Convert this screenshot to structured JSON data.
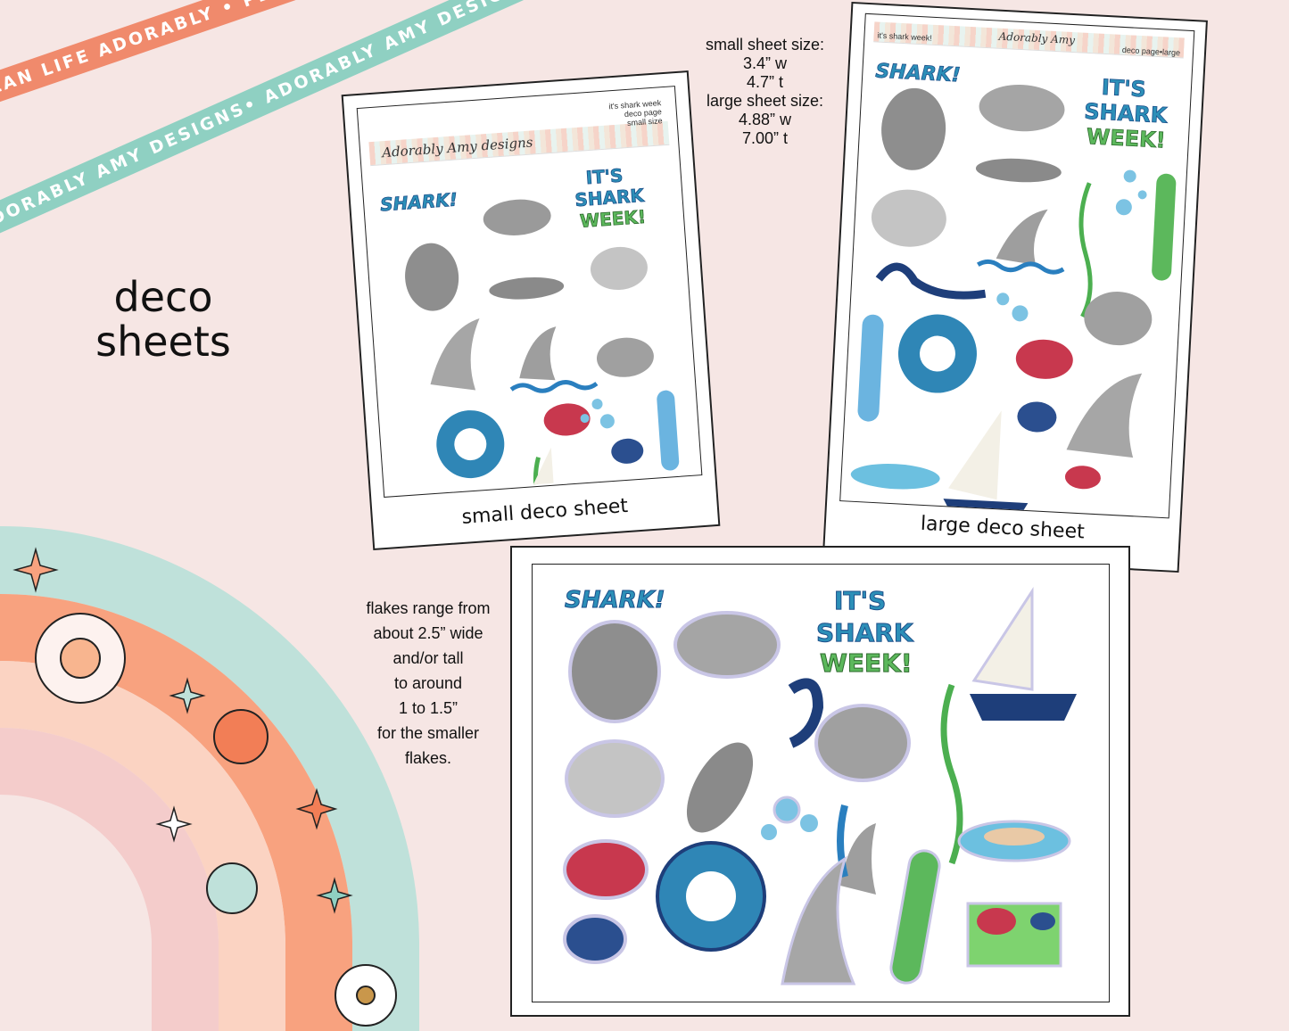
{
  "ribbons": {
    "orange_text": "PLAN LIFE ADORABLY • PLAN LIFE ADORABLY • PLAN LIFE ADORABLY •",
    "teal_text": "ADORABLY AMY DESIGNS• ADORABLY AMY DESIGNS• ADORABLY AMY DESIGNS•"
  },
  "heading": {
    "line1": "deco",
    "line2": "sheets"
  },
  "size_info": {
    "small_label": "small sheet size:",
    "small_w": "3.4” w",
    "small_t": "4.7” t",
    "large_label": "large sheet size:",
    "large_w": "4.88” w",
    "large_t": "7.00” t"
  },
  "small_sheet": {
    "title_line1": "it's shark week",
    "title_line2": "deco page",
    "title_line3": "small size",
    "brand": "Adorably Amy designs",
    "caption": "small deco sheet"
  },
  "large_sheet": {
    "title_left": "it's shark week!",
    "title_right": "deco page•large",
    "brand": "Adorably Amy",
    "caption": "large deco sheet"
  },
  "flake_note": {
    "line1": "flakes range from",
    "line2": "about 2.5” wide",
    "line3": "and/or tall",
    "line4": "to around",
    "line5": "1 to 1.5”",
    "line6": "for the smaller",
    "line7": "flakes."
  },
  "logos": {
    "shark": "SHARK!",
    "its": "IT'S",
    "shark2": "SHARK",
    "week": "WEEK!"
  },
  "colors": {
    "background": "#f6e6e4",
    "ribbon_orange": "#f08a6c",
    "ribbon_teal": "#8fd0c2",
    "rainbow_teal": "#bfe1da",
    "rainbow_orange": "#f8a27f",
    "rainbow_peach": "#fbd3c2",
    "rainbow_pink": "#f4cccb"
  }
}
